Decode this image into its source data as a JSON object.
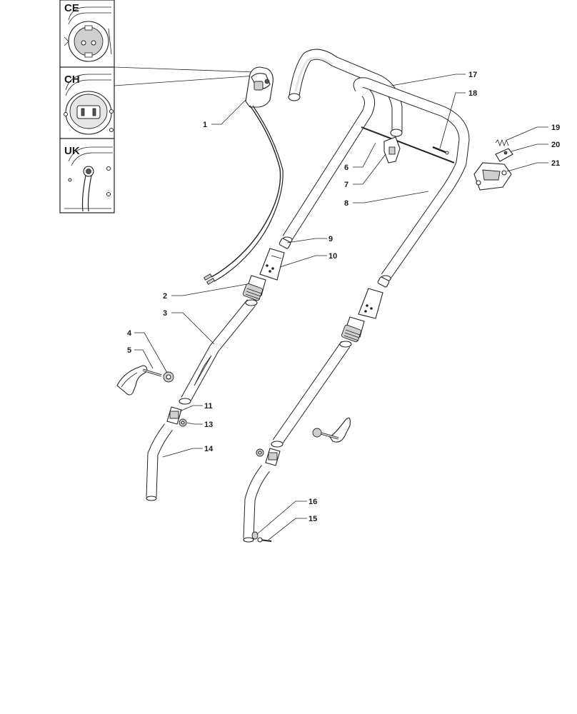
{
  "inset": {
    "variants": [
      {
        "id": "ce",
        "label": "CE"
      },
      {
        "id": "ch",
        "label": "CH"
      },
      {
        "id": "uk",
        "label": "UK"
      }
    ]
  },
  "callouts": {
    "c1": "1",
    "c2": "2",
    "c3": "3",
    "c4": "4",
    "c5": "5",
    "c6": "6",
    "c7": "7",
    "c8": "8",
    "c9": "9",
    "c10": "10",
    "c11": "11",
    "c13": "13",
    "c14": "14",
    "c15": "15",
    "c16": "16",
    "c17": "17",
    "c18": "18",
    "c19": "19",
    "c20": "20",
    "c21": "21"
  }
}
